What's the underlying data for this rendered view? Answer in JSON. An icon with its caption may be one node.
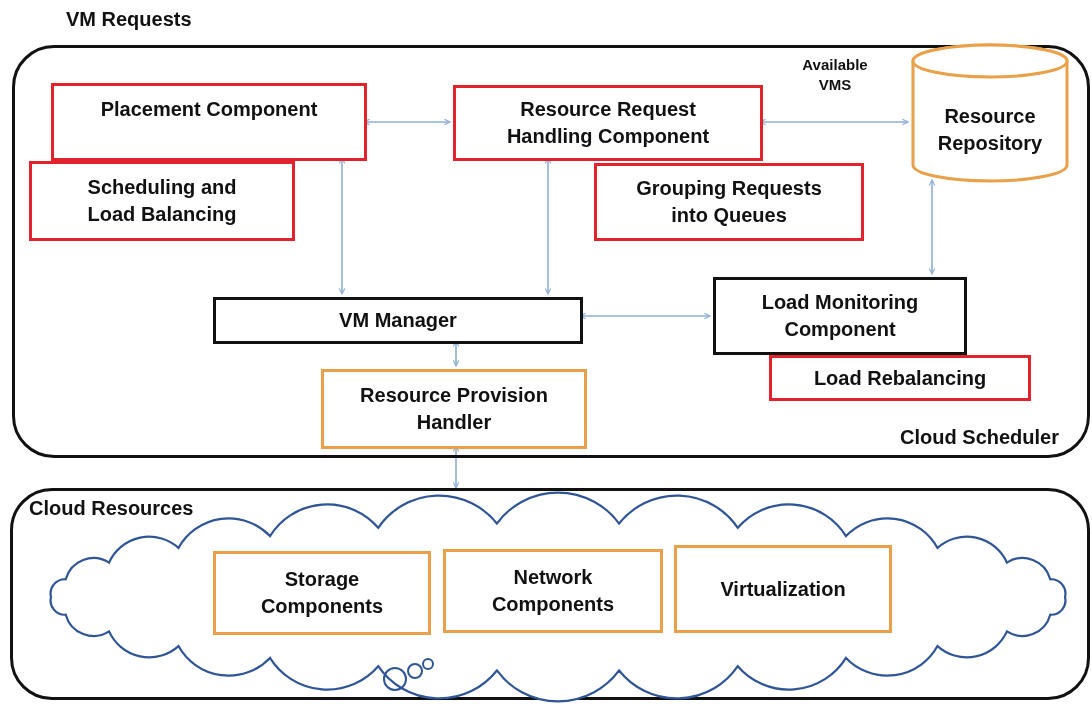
{
  "diagram": {
    "nodes": [
      {
        "text": [
          "Cloud Scheduler"
        ]
      },
      {
        "text": [
          "Placement Component"
        ],
        "in": 0
      },
      {
        "text": [
          "Scheduling and Load Balancing"
        ],
        "in": 0
      },
      {
        "text": [
          "Resource Request Handling Component"
        ],
        "in": 0
      },
      {
        "text": [
          "Grouping Requests into Queues"
        ],
        "in": 0
      },
      {
        "text": [
          "Resource Repository"
        ],
        "in": 0
      },
      {
        "text": [
          "VM Manager"
        ],
        "in": 0
      },
      {
        "text": [
          "Load Monitoring Component"
        ],
        "in": 0
      },
      {
        "text": [
          "Load Rebalancing"
        ],
        "in": 0
      },
      {
        "text": [
          "Resource Provision Handler"
        ],
        "in": 0
      },
      {
        "text": [
          "Cloud Resources"
        ]
      },
      {
        "text": [],
        "shape": "cloud",
        "in": 10
      },
      {
        "text": [
          "Storage Components"
        ],
        "in": 11
      },
      {
        "text": [
          "Network Components"
        ],
        "in": 11
      },
      {
        "text": [
          "Virtualization"
        ],
        "in": 11
      }
    ],
    "edges": [
      {
        "from": 1,
        "to": 3,
        "arrow": "both"
      },
      {
        "from": 3,
        "to": 5,
        "arrow": "both",
        "label": "Available VMS"
      },
      {
        "from": 1,
        "to": 6,
        "arrow": "both"
      },
      {
        "from": 3,
        "to": 6,
        "arrow": "both"
      },
      {
        "from": 6,
        "to": 7,
        "arrow": "both"
      },
      {
        "from": 5,
        "to": 7,
        "arrow": "both"
      },
      {
        "from": 6,
        "to": 9,
        "arrow": "both"
      },
      {
        "from": 9,
        "to": 10,
        "arrow": "both"
      }
    ],
    "labels": [
      "VM Requests"
    ]
  }
}
